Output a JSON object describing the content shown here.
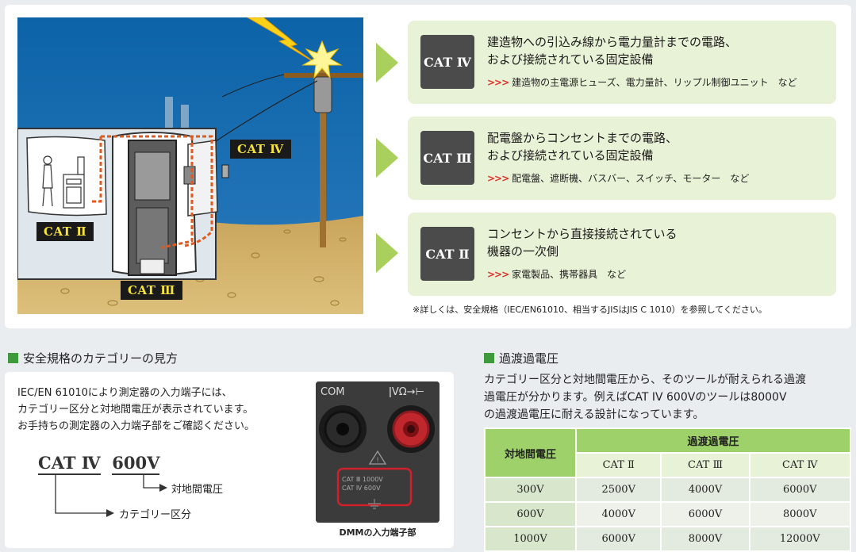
{
  "scene": {
    "labels": {
      "cat4": "CAT Ⅳ",
      "cat2": "CAT Ⅱ",
      "cat3": "CAT Ⅲ"
    }
  },
  "categories": [
    {
      "badge": "CAT Ⅳ",
      "title_lines": [
        "建造物への引込み線から電力量計までの電路、",
        "および接続されている固定設備"
      ],
      "examples": "建造物の主電源ヒューズ、電力量計、リップル制御ユニット　など"
    },
    {
      "badge": "CAT Ⅲ",
      "title_lines": [
        "配電盤からコンセントまでの電路、",
        "および接続されている固定設備"
      ],
      "examples": "配電盤、遮断機、バスバー、スイッチ、モーター　など"
    },
    {
      "badge": "CAT Ⅱ",
      "title_lines": [
        "コンセントから直接接続されている",
        "機器の一次側"
      ],
      "examples": "家電製品、携帯器具　など"
    }
  ],
  "examples_marker": ">>>",
  "note": "※詳しくは、安全規格（IEC/EN61010、相当するJISはJIS C 1010）を参照してください。",
  "how_to_read": {
    "title": "安全規格のカテゴリーの見方",
    "intro_lines": [
      "IEC/EN 61010により測定器の入力端子には、",
      "カテゴリー区分と対地間電圧が表示されています。",
      "お手持ちの測定器の入力端子部をご確認ください。"
    ],
    "example_category": "CAT Ⅳ",
    "example_voltage": "600V",
    "voltage_annotation": "対地間電圧",
    "category_annotation": "カテゴリー区分",
    "dmm": {
      "com_label": "COM",
      "v_label": "VΩ",
      "marking_line1": "CAT Ⅲ 1000V",
      "marking_line2": "CAT Ⅳ 600V",
      "caption": "DMMの入力端子部"
    }
  },
  "transient": {
    "title": "過渡過電圧",
    "description_lines": [
      "カテゴリー区分と対地間電圧から、そのツールが耐えられる過渡",
      "過電圧が分かります。例えばCAT IV 600Vのツールは8000V",
      "の過渡過電圧に耐える設計になっています。"
    ],
    "table": {
      "row_header": "対地間電圧",
      "group_header": "過渡過電圧",
      "columns": [
        "CAT Ⅱ",
        "CAT Ⅲ",
        "CAT Ⅳ"
      ],
      "rows": [
        {
          "voltage": "300V",
          "values": [
            "2500V",
            "4000V",
            "6000V"
          ]
        },
        {
          "voltage": "600V",
          "values": [
            "4000V",
            "6000V",
            "8000V"
          ]
        },
        {
          "voltage": "1000V",
          "values": [
            "6000V",
            "8000V",
            "12000V"
          ]
        }
      ]
    }
  },
  "colors": {
    "accent_green": "#a9cf5c",
    "box_green": "#e8f2d6",
    "badge_dark": "#4b4b4b",
    "marker_red": "#e0312b",
    "label_yellow": "#f5e23a"
  }
}
